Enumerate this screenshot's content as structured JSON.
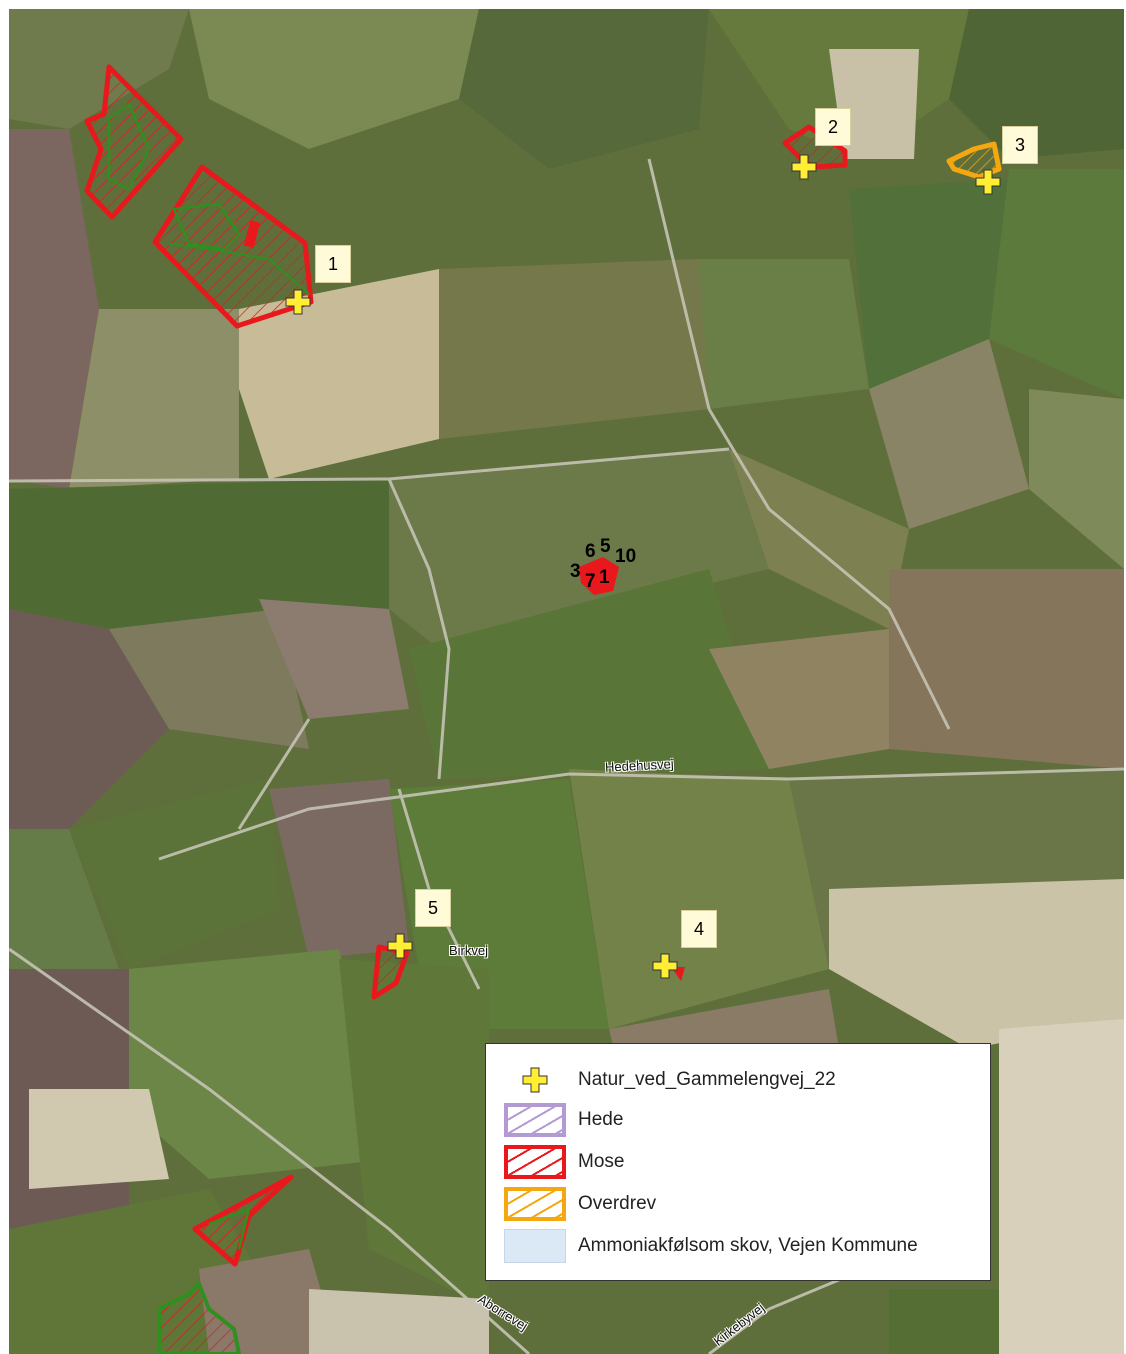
{
  "map": {
    "roads": [
      {
        "name": "Hedehusvej"
      },
      {
        "name": "Birkvej"
      },
      {
        "name": "Aborrevej"
      },
      {
        "name": "Kirkebyvej"
      }
    ],
    "point_labels": [
      "1",
      "2",
      "3",
      "4",
      "5"
    ],
    "cluster_labels": [
      "6",
      "5",
      "10",
      "3",
      "7",
      "1"
    ],
    "colors": {
      "mose": "#e8181c",
      "hede": "#b39ad3",
      "overdrev": "#f5a70f",
      "skov": "#dbe8f5",
      "point": "#ffee33",
      "vegetation_outline": "#2f8f1f"
    }
  },
  "legend": {
    "items": [
      {
        "label": "Natur_ved_Gammelengvej_22",
        "icon": "yellow-cross-icon"
      },
      {
        "label": "Hede",
        "icon": "hede-hatched-swatch"
      },
      {
        "label": "Mose",
        "icon": "mose-hatched-swatch"
      },
      {
        "label": "Overdrev",
        "icon": "overdrev-hatched-swatch"
      },
      {
        "label": "Ammoniakfølsom skov, Vejen Kommune",
        "icon": "skov-fill-swatch"
      }
    ]
  }
}
